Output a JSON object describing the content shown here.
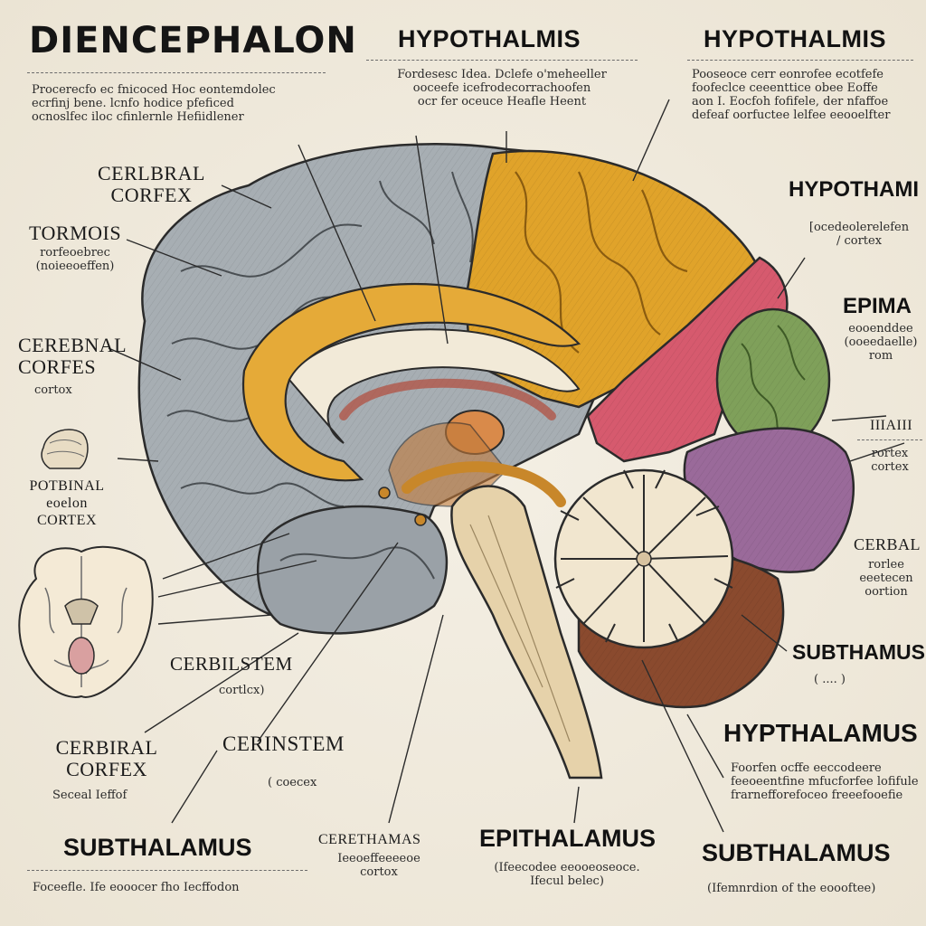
{
  "labels": {
    "diencephalon": "DIENCEPHALON",
    "diencephalon_desc": [
      "Procerecfo ec fnicoced Hoc eontemdolec",
      "ecrfinj bene. lcnfo hodice pfeficed",
      "ocnoslfec iloc cfinlernle Hefiidlener"
    ],
    "hypothalmis_1": "HYPOTHALMIS",
    "hypothalmis_1_desc": [
      "Fordesesc Idea. Dclefe o'meheeller",
      "ooceefe icefrodecorrachoofen",
      "ocr fer oceuce Heafle Heent"
    ],
    "hypothalmis_2": "HYPOTHALMIS",
    "hypothalmis_2_desc": [
      "Pooseoce cerr eonrofee ecotfefe",
      "foofeclce ceeenttice obee Eoffe",
      "aon I. Eocfoh fofifele, der nfaffoe",
      "defeaf oorfuctee lelfee eeooelfter"
    ],
    "cerebral_cortex_1": [
      "CERLBRAL",
      "CORFEX"
    ],
    "tormols": "TORMOIS",
    "tormols_desc": [
      "rorfeoebrec",
      "(noieeoeffen)"
    ],
    "cerebral_cortex_2": [
      "CEREBNAL",
      "CORFES"
    ],
    "cerebral_cortex_2_desc": "cortox",
    "petrinal": [
      "POTBINAL",
      "eoelon",
      "CORTEX"
    ],
    "hypothal_right": "HYPOTHAMI",
    "hypothal_right_desc": [
      "[ocedeolerelefen",
      "/ cortex"
    ],
    "epima": "EPIMA",
    "epima_desc": [
      "eooenddee",
      "(ooeedaelle)",
      "rom"
    ],
    "right_mid": "IIIAIII",
    "right_mid_desc": [
      "rortex",
      "cortex"
    ],
    "cerbal": "CERBAL",
    "cerbal_desc": [
      "rorlee",
      "eeetecen",
      "oortion"
    ],
    "subthamus": "SUBTHAMUS",
    "subthamus_desc": "(          ....  )",
    "cerbilstem": "CERBILSTEM",
    "cerbilstem_desc": "cortlcx)",
    "cerbiral_cortex": [
      "CERBIRAL",
      "CORFEX"
    ],
    "cerbiral_cortex_desc": "Seceal Ieffof",
    "cerinstem": "CERINSTEM",
    "cerinstem_desc": "(  coecex",
    "hypthalamus": "HYPTHALAMUS",
    "hypthalamus_desc": [
      "Foorfen ocffe eeccodeere",
      "feeoeentfine mfucforfee lofifule",
      "frarnefforefoceo freeefooefie"
    ],
    "subthalamus_left": "SUBTHALAMUS",
    "subthalamus_left_desc": "Foceefle. Ife eooocer fho Iecffodon",
    "cerethamas": "CERETHAMAS",
    "cerethamas_desc": [
      "Ieeoeffeeeeoe",
      "cortox"
    ],
    "epithalamus": "EPITHALAMUS",
    "epithalamus_desc": [
      "(Ifeecodee eeooeoseoce.",
      "Ifecul belec)"
    ],
    "subthalamus_right": "SUBTHALAMUS",
    "subthalamus_right_desc": "(Ifemnrdion of the eoooftee)"
  },
  "colors": {
    "paper": "#efe9dc",
    "gray_lobe": "#a7aeb3",
    "yellow_lobe": "#e0a32a",
    "pink_lobe": "#d65a6e",
    "green_lobe": "#7fa05a",
    "purple_lobe": "#9a6a9a",
    "brown_cerebellum_base": "#8a4a2e",
    "cream_brainstem": "#e6d2aa",
    "ink": "#151515"
  }
}
